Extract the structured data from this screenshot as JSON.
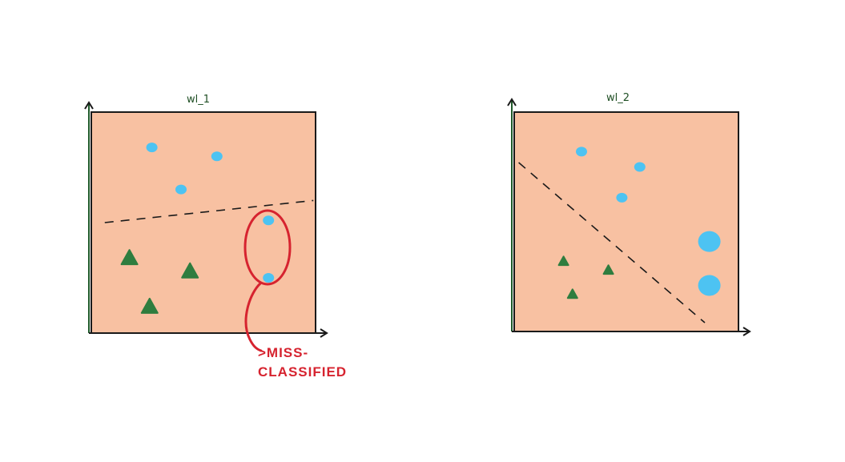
{
  "colors": {
    "panel_fill": "#f8c1a2",
    "axis": "#1a1a1a",
    "boundary": "#1a1a1a",
    "blue_point": "#4dc3f2",
    "green_point": "#2f7d3f",
    "annotation": "#d6232f",
    "title": "#1f4f24"
  },
  "panels": [
    {
      "title": "wl_1",
      "blue_points": [
        [
          0.27,
          0.16
        ],
        [
          0.56,
          0.2
        ],
        [
          0.4,
          0.35
        ],
        [
          0.79,
          0.49
        ],
        [
          0.79,
          0.75
        ]
      ],
      "green_points": [
        [
          0.17,
          0.66
        ],
        [
          0.44,
          0.72
        ],
        [
          0.26,
          0.88
        ]
      ],
      "boundary": [
        [
          0.06,
          0.5
        ],
        [
          0.99,
          0.4
        ]
      ]
    },
    {
      "title": "wl_2",
      "blue_points": [
        [
          0.3,
          0.18
        ],
        [
          0.56,
          0.25
        ],
        [
          0.48,
          0.39
        ],
        [
          0.87,
          0.59
        ],
        [
          0.87,
          0.79
        ]
      ],
      "green_points": [
        [
          0.22,
          0.68
        ],
        [
          0.42,
          0.72
        ],
        [
          0.26,
          0.83
        ]
      ],
      "boundary": [
        [
          0.02,
          0.23
        ],
        [
          0.85,
          0.96
        ]
      ]
    }
  ],
  "annotation": {
    "text_line1": ">MISS-",
    "text_line2": "CLASSIFIED"
  }
}
